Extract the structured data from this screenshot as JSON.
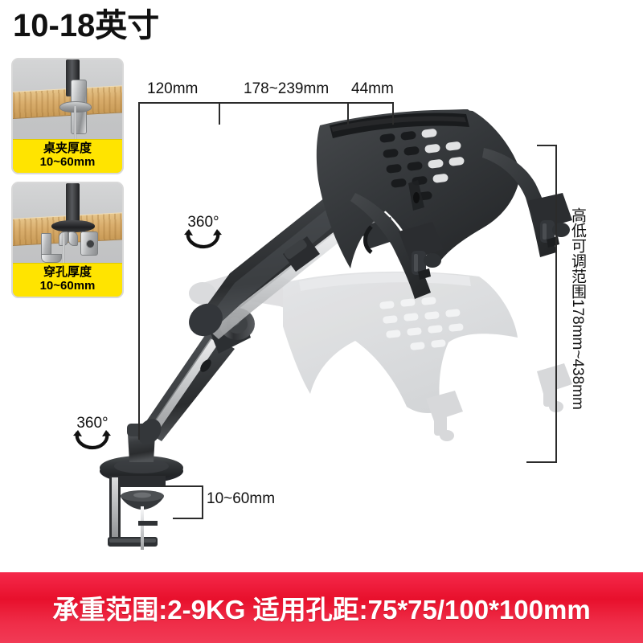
{
  "header": {
    "title": "10-18英寸"
  },
  "insets": [
    {
      "name": "desk-clamp",
      "label_line1": "桌夹厚度",
      "label_line2": "10~60mm",
      "label_bg": "#ffe400"
    },
    {
      "name": "grommet",
      "label_line1": "穿孔厚度",
      "label_line2": "10~60mm",
      "label_bg": "#ffe400"
    }
  ],
  "dimensions": {
    "top_left": "120mm",
    "top_middle": "178~239mm",
    "top_right": "44mm",
    "right_vertical": "高低可调范围178mm~438mm",
    "bottom": "10~60mm"
  },
  "rotation_badges": [
    {
      "name": "arm-joint-rotation",
      "label": "360°"
    },
    {
      "name": "base-rotation",
      "label": "360°"
    }
  ],
  "banner": {
    "text": "承重范围:2-9KG  适用孔距:75*75/100*100mm",
    "bg_color": "#ed1b33",
    "text_color": "#ffffff"
  },
  "colors": {
    "accent_red": "#ed1b33",
    "accent_yellow": "#ffe400",
    "product_dark": "#2f3133",
    "product_silver": "#d7d9da",
    "ghost_gray": "#dcdddf",
    "dimension_line": "#2b2b2b"
  },
  "product": {
    "name": "laptop-desk-mount-arm",
    "parts": [
      "laptop-tray-with-vent-slots",
      "upper-gas-spring-arm",
      "lower-arm-segment",
      "rotating-joint",
      "desk-clamp-base",
      "ghost-lowered-position"
    ]
  }
}
